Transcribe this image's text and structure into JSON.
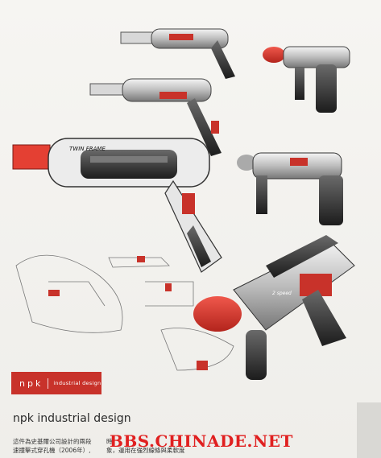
{
  "band": {
    "brand": "npk",
    "subtitle": "industrial design"
  },
  "heading": "npk industrial design",
  "body": {
    "col1": [
      "這件為史基爾公司設計的兩段",
      "速撞擊式穿孔機（2006年）,"
    ],
    "col2": [
      "時",
      "象，運用在強烈線條與柔軟度"
    ]
  },
  "watermark": "BBS.CHINADE.NET",
  "sketch_labels": {
    "drill_name": "TWIN FRAME",
    "product_name": "2 speed"
  },
  "colors": {
    "accent": "#c8322a",
    "watermark": "#e02020",
    "body_dark": "#2a2a2a"
  }
}
